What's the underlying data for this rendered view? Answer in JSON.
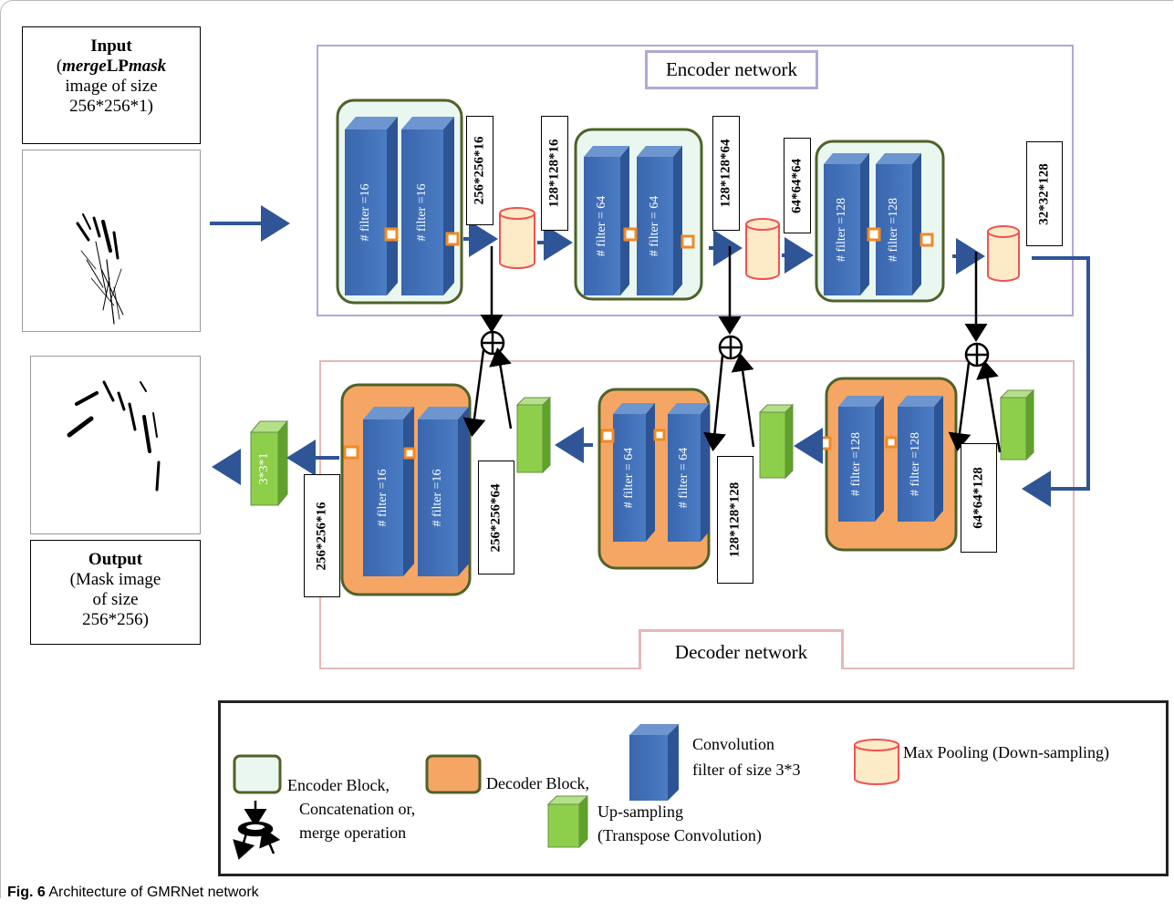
{
  "input": {
    "title": "Input",
    "line1_italic_a": "merge",
    "line1_normal": "LP",
    "line1_italic_b": "mask",
    "line2": "image of size",
    "line3": "256*256*1)"
  },
  "output": {
    "title": "Output",
    "line1": "(Mask image",
    "line2": "of size",
    "line3": "256*256)"
  },
  "encoder": {
    "title": "Encoder network",
    "blocks": [
      {
        "filter_label": "# filter =16"
      },
      {
        "filter_label": "# filter = 64"
      },
      {
        "filter_label": "# filter =128"
      }
    ],
    "size_labels": [
      "256*256*16",
      "128*128*16",
      "128*128*64",
      "64*64*64",
      "32*32*128"
    ]
  },
  "decoder": {
    "title": "Decoder network",
    "blocks": [
      {
        "filter_label": "# filter =16"
      },
      {
        "filter_label": "# filter = 64"
      },
      {
        "filter_label": "# filter =128"
      }
    ],
    "size_labels": [
      "256*256*16",
      "256*256*64",
      "128*128*128",
      "64*64*128"
    ],
    "final_conv_label": "3*3*1"
  },
  "legend": {
    "encoder_block": "Encoder Block,",
    "decoder_block": "Decoder Block,",
    "conv_line1": "Convolution",
    "conv_line2": "filter of size 3*3",
    "max_pool": "Max Pooling (Down-sampling)",
    "concat_line1": "Concatenation or,",
    "concat_line2": "merge operation",
    "upsample_line1": "Up-sampling",
    "upsample_line2": "(Transpose Convolution)"
  },
  "caption": {
    "label": "Fig. 6",
    "text": "Architecture of GMRNet network"
  },
  "colors": {
    "encoder_fill": "#eaf7f1",
    "block_border": "#4f6228",
    "decoder_fill": "#f6a664",
    "conv_blue": "#3f6db3",
    "upsample_green": "#8dcf4a",
    "pool_fill": "#fdebc8",
    "pool_border": "#ef5350",
    "arrow_blue": "#2f5597",
    "encoder_region": "#b4a7d6",
    "decoder_region": "#e6b8b7"
  }
}
